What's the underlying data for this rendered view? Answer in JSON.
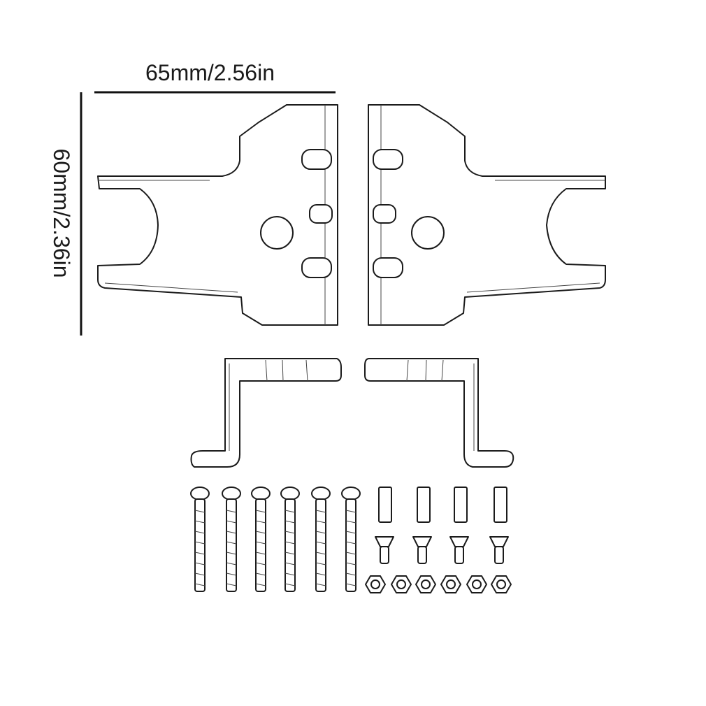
{
  "dimensions": {
    "width_text": "65mm/2.56in",
    "height_text": "60mm/2.36in"
  },
  "colors": {
    "background": "#ffffff",
    "line": "#1b1b1b"
  },
  "hardware": {
    "long_screws": 6,
    "spacers": 4,
    "short_screws": 4,
    "nuts": 6
  }
}
